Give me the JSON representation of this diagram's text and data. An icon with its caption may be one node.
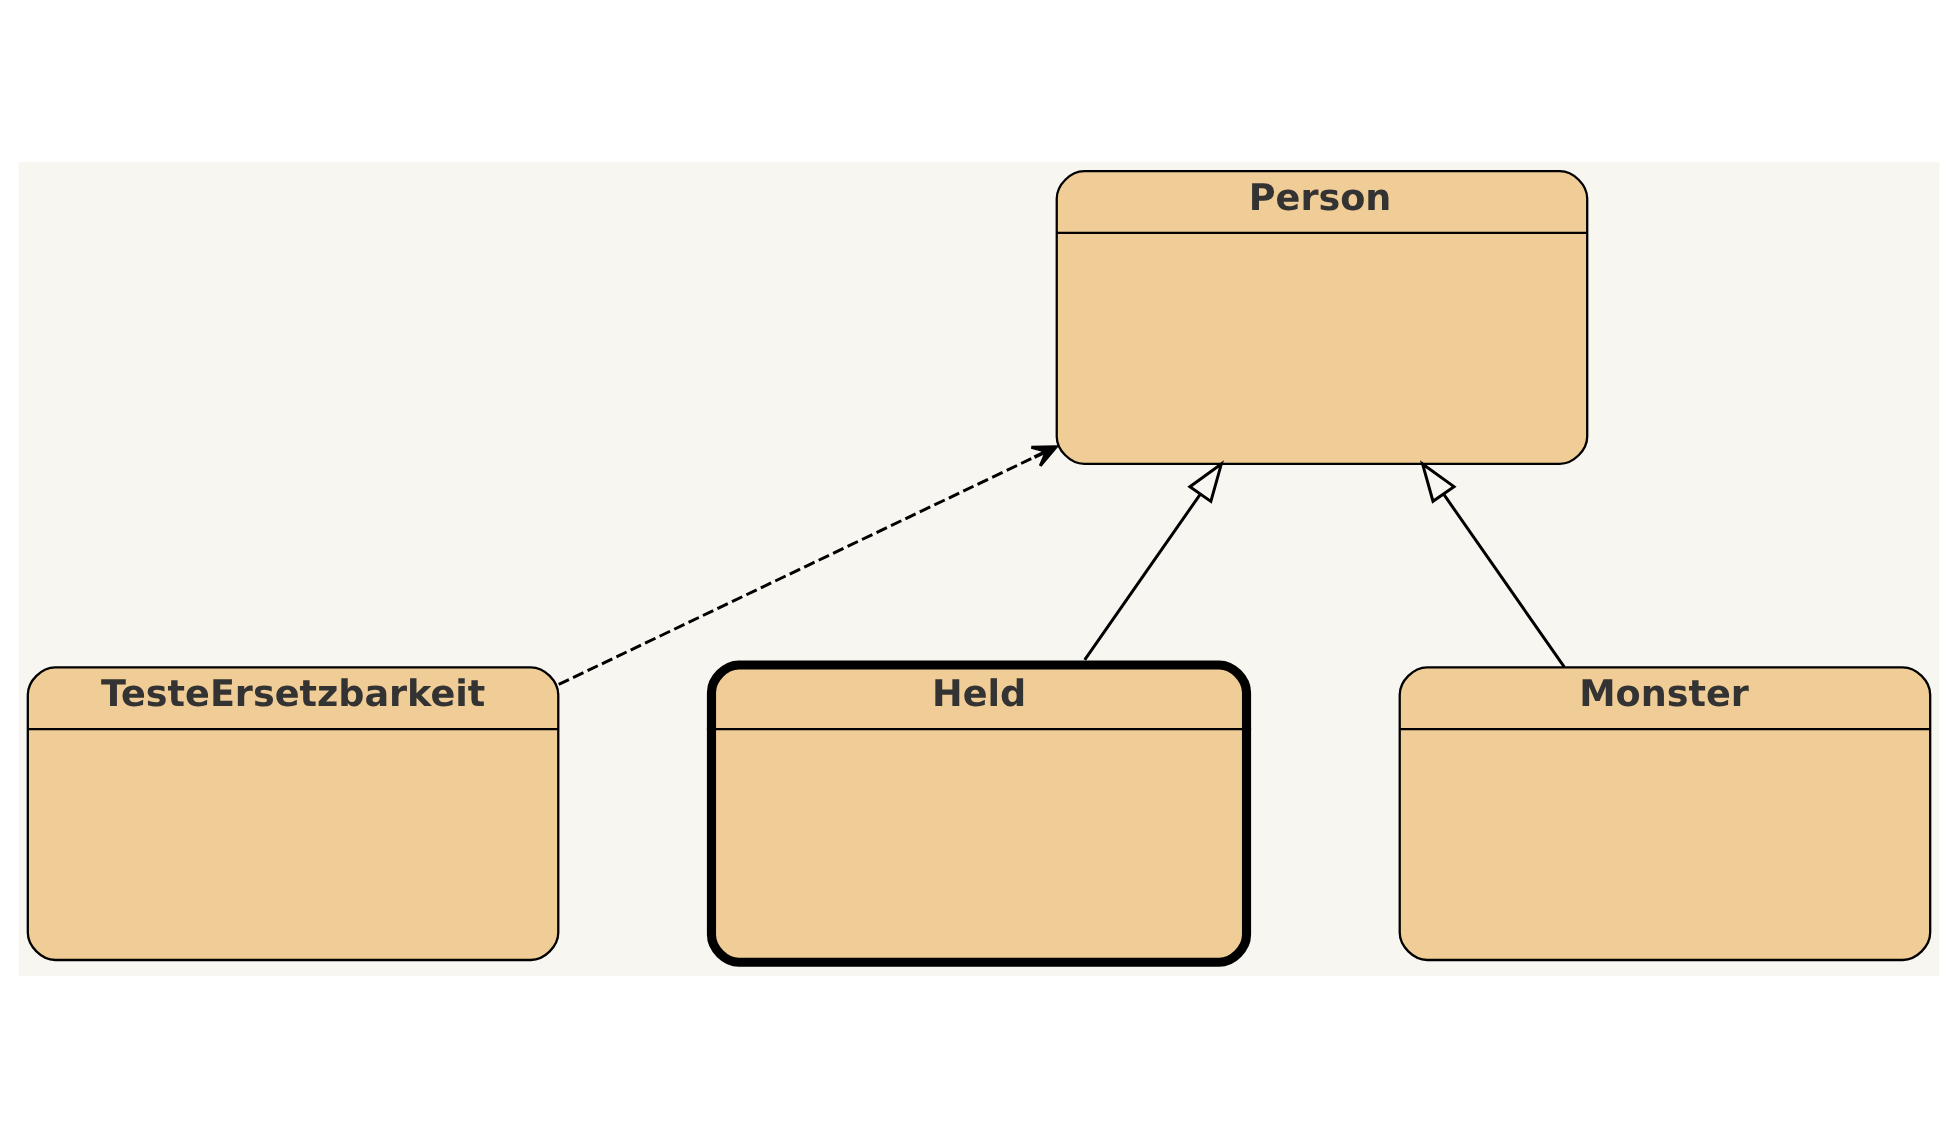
{
  "diagram": {
    "nodes": [
      {
        "text": [
          "Person"
        ]
      },
      {
        "text": [
          "TesteErsetzbarkeit"
        ]
      },
      {
        "text": [
          "Held"
        ]
      },
      {
        "text": [
          "Monster"
        ]
      }
    ],
    "edges": [
      {
        "from": 1,
        "to": 0,
        "arrow": "to",
        "style": "dashed"
      },
      {
        "from": 2,
        "to": 0,
        "arrow": "to"
      },
      {
        "from": 3,
        "to": 0,
        "arrow": "to"
      }
    ]
  }
}
